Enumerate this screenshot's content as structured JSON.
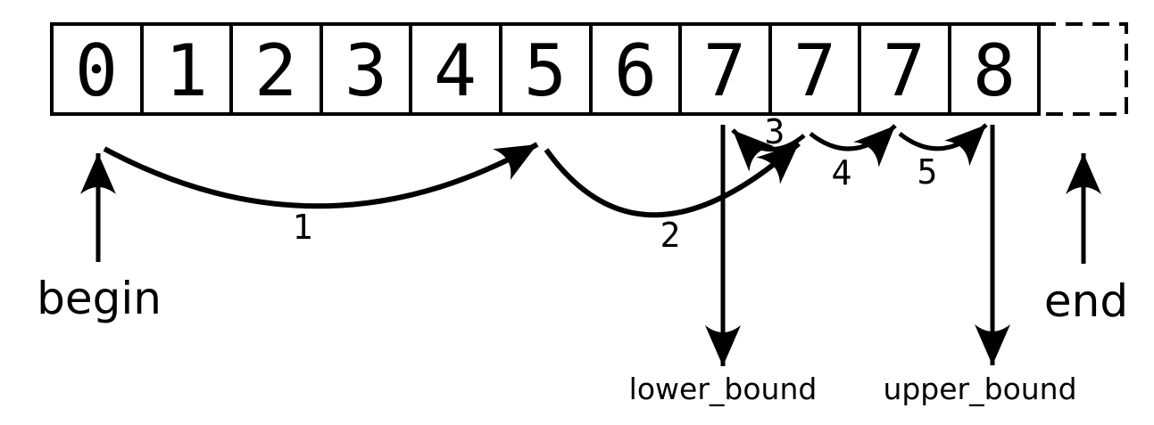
{
  "array": {
    "values": [
      "0",
      "1",
      "2",
      "3",
      "4",
      "5",
      "6",
      "7",
      "7",
      "7",
      "8"
    ],
    "past_end_cell": ""
  },
  "pointers": {
    "begin": "begin",
    "end": "end",
    "lower_bound": "lower_bound",
    "upper_bound": "upper_bound"
  },
  "steps": [
    "1",
    "2",
    "3",
    "4",
    "5"
  ],
  "colors": {
    "ink": "#000000",
    "paper": "#ffffff"
  }
}
